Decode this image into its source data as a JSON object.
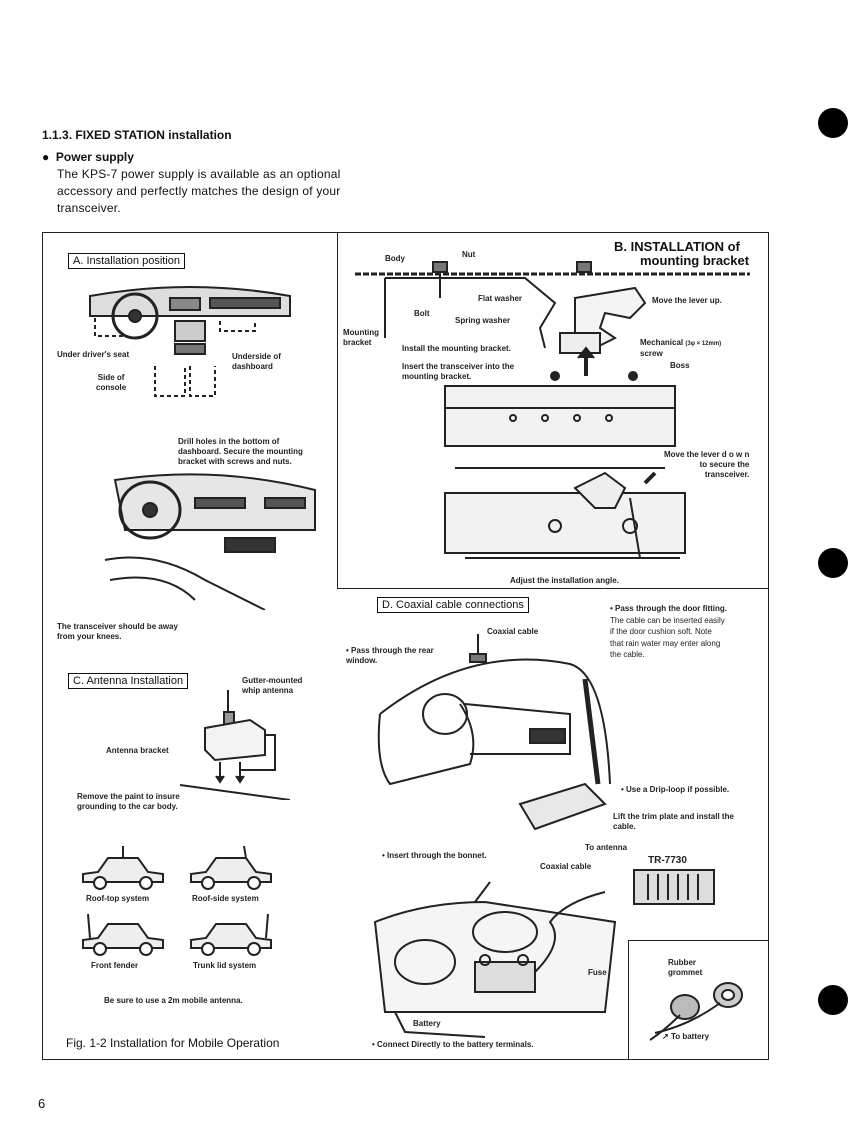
{
  "section": {
    "number_title": "1.1.3.  FIXED STATION installation",
    "bullet_heading": "Power supply",
    "paragraph_lines": [
      "The KPS-7 power supply is available as an optional",
      "accessory and perfectly matches the design of your",
      "transceiver."
    ]
  },
  "panel_a": {
    "title": "A.  Installation position",
    "label_under_seat": "Under driver's seat",
    "label_underside_1": "Underside of",
    "label_underside_2": "dashboard",
    "label_side_1": "Side of",
    "label_side_2": "console",
    "drill_1": "Drill holes in the bottom of",
    "drill_2": "dashboard.  Secure the mounting",
    "drill_3": "bracket with screws and nuts.",
    "away_1": "The transceiver should be away",
    "away_2": "from your knees."
  },
  "panel_b": {
    "title_1": "B.  INSTALLATION of",
    "title_2": "mounting bracket",
    "body": "Body",
    "nut": "Nut",
    "flat_washer": "Flat washer",
    "bolt": "Bolt",
    "spring_washer": "Spring washer",
    "mounting_1": "Mounting",
    "mounting_2": "bracket",
    "install": "Install the mounting bracket.",
    "insert_1": "Insert the transceiver into the",
    "insert_2": "mounting bracket.",
    "move_up": "Move the lever up.",
    "mech_1": "Mechanical",
    "mech_spec": "(3φ × 12mm)",
    "mech_2": "screw",
    "boss": "Boss",
    "move_down_1": "Move the lever d o w n",
    "move_down_2": "to   secure   the",
    "move_down_3": "transceiver.",
    "adjust": "Adjust the installation angle."
  },
  "panel_c": {
    "title": "C.  Antenna Installation",
    "gutter_1": "Gutter-mounted",
    "gutter_2": "whip antenna",
    "bracket": "Antenna bracket",
    "remove_1": "Remove the paint to insure",
    "remove_2": "grounding to the car body.",
    "roof_top": "Roof-top system",
    "roof_side": "Roof-side system",
    "front_fender": "Front fender",
    "trunk_lid": "Trunk lid system",
    "be_sure": "Be sure to use a 2m mobile antenna."
  },
  "panel_d": {
    "title": "D.  Coaxial cable connections",
    "coax": "Coaxial cable",
    "rear_1": "Pass through the rear",
    "rear_2": "window.",
    "door_1": "Pass through the door fitting.",
    "door_2": "The cable can be inserted easily",
    "door_3": "if the door cushion soft.  Note",
    "door_4": "that rain water may enter along",
    "door_5": "the cable.",
    "drip": "Use a Drip-loop if possible.",
    "lift_1": "Lift the trim plate and install the",
    "lift_2": "cable.",
    "bonnet": "Insert through the bonnet.",
    "to_antenna": "To antenna",
    "coax2": "Coaxial cable",
    "model": "TR-7730",
    "fuse": "Fuse",
    "battery": "Battery",
    "connect": "Connect Directly to the battery terminals.",
    "rubber_1": "Rubber",
    "rubber_2": "grommet",
    "to_battery": "To battery"
  },
  "caption": "Fig. 1-2 Installation for Mobile Operation",
  "page_number": "6"
}
